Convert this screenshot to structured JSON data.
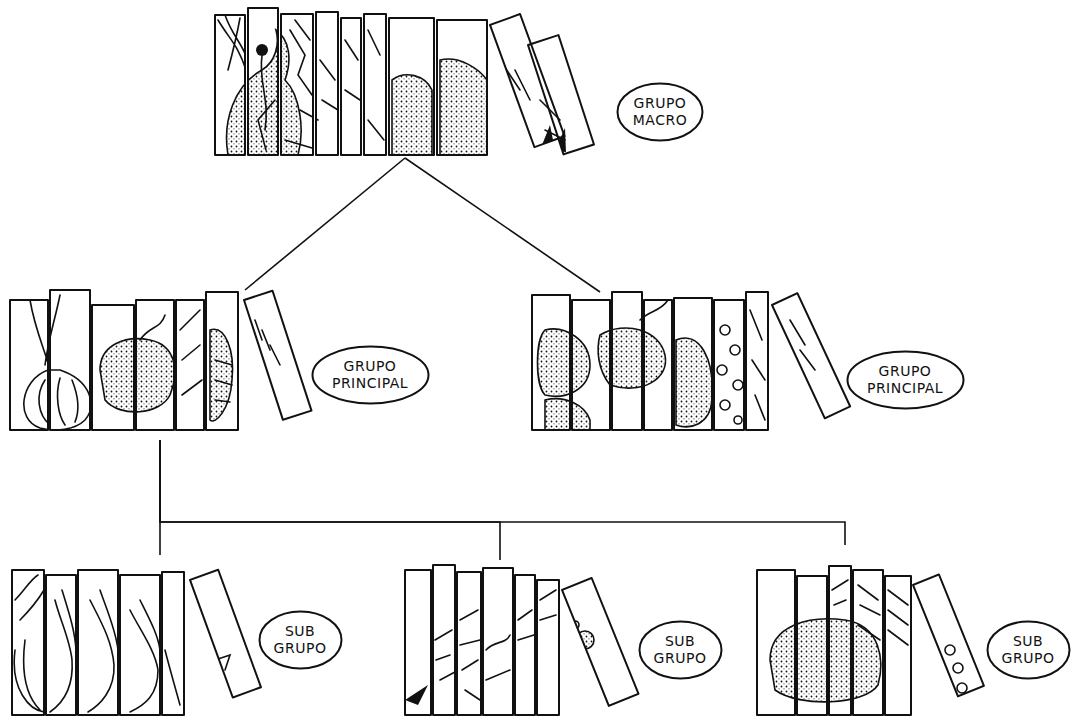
{
  "diagram": {
    "nodes": [
      {
        "text": [
          "GRUPO MACRO"
        ]
      },
      {
        "text": [
          "GRUPO PRINCIPAL"
        ]
      },
      {
        "text": [
          "GRUPO PRINCIPAL"
        ]
      },
      {
        "text": [
          "SUB GRUPO"
        ]
      },
      {
        "text": [
          "SUB GRUPO"
        ]
      },
      {
        "text": [
          "SUB GRUPO"
        ]
      }
    ],
    "edges": [
      {
        "from": 0,
        "to": 1,
        "arrow": "none"
      },
      {
        "from": 0,
        "to": 2,
        "arrow": "none"
      },
      {
        "from": 1,
        "to": 3,
        "arrow": "none"
      },
      {
        "from": 1,
        "to": 4,
        "arrow": "none"
      },
      {
        "from": 1,
        "to": 5,
        "arrow": "none"
      }
    ]
  }
}
